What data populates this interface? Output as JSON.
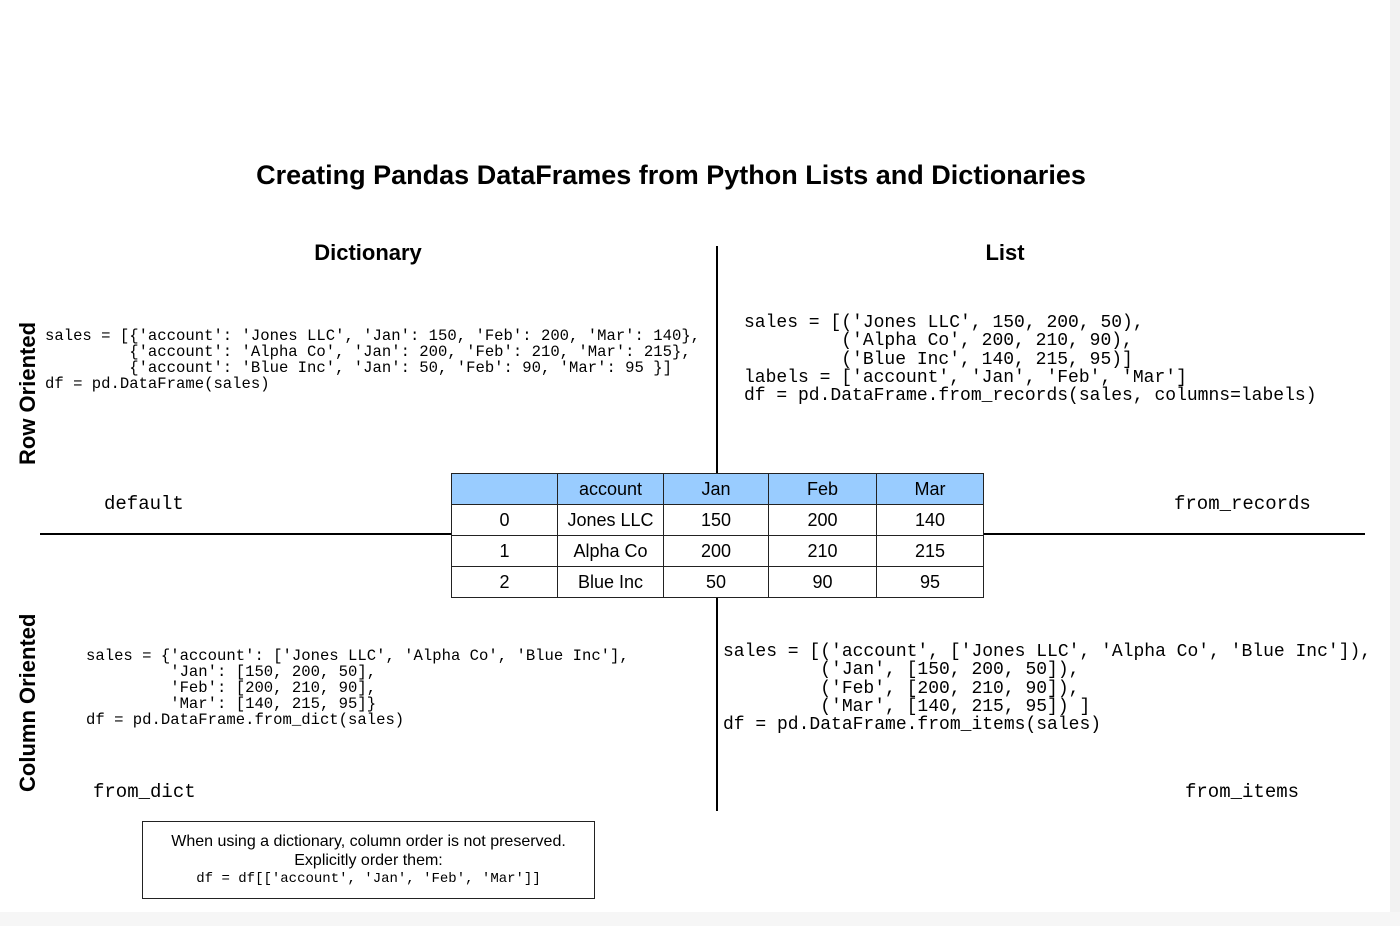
{
  "title": "Creating Pandas DataFrames from Python Lists and Dictionaries",
  "columns": {
    "dictionary": "Dictionary",
    "list": "List"
  },
  "rows": {
    "row_oriented": "Row Oriented",
    "column_oriented": "Column Oriented"
  },
  "quadrants": {
    "row_dict": {
      "code": "sales = [{'account': 'Jones LLC', 'Jan': 150, 'Feb': 200, 'Mar': 140},\n         {'account': 'Alpha Co', 'Jan': 200, 'Feb': 210, 'Mar': 215},\n         {'account': 'Blue Inc', 'Jan': 50, 'Feb': 90, 'Mar': 95 }]\ndf = pd.DataFrame(sales)",
      "method": "default"
    },
    "row_list": {
      "code": "sales = [('Jones LLC', 150, 200, 50),\n         ('Alpha Co', 200, 210, 90),\n         ('Blue Inc', 140, 215, 95)]\nlabels = ['account', 'Jan', 'Feb', 'Mar']\ndf = pd.DataFrame.from_records(sales, columns=labels)",
      "method": "from_records"
    },
    "col_dict": {
      "code": "sales = {'account': ['Jones LLC', 'Alpha Co', 'Blue Inc'],\n         'Jan': [150, 200, 50],\n         'Feb': [200, 210, 90],\n         'Mar': [140, 215, 95]}\ndf = pd.DataFrame.from_dict(sales)",
      "method": "from_dict"
    },
    "col_list": {
      "code": "sales = [('account', ['Jones LLC', 'Alpha Co', 'Blue Inc']),\n         ('Jan', [150, 200, 50]),\n         ('Feb', [200, 210, 90]),\n         ('Mar', [140, 215, 95]) ]\ndf = pd.DataFrame.from_items(sales)",
      "method": "from_items"
    }
  },
  "table": {
    "header": [
      "",
      "account",
      "Jan",
      "Feb",
      "Mar"
    ],
    "rows": [
      [
        "0",
        "Jones LLC",
        "150",
        "200",
        "140"
      ],
      [
        "1",
        "Alpha Co",
        "200",
        "210",
        "215"
      ],
      [
        "2",
        "Blue Inc",
        "50",
        "90",
        "95"
      ]
    ],
    "header_color": "#99ccff"
  },
  "note": {
    "line1": "When using a dictionary, column order is not preserved.",
    "line2": "Explicitly order them:",
    "code": "df = df[['account', 'Jan', 'Feb', 'Mar']]"
  }
}
